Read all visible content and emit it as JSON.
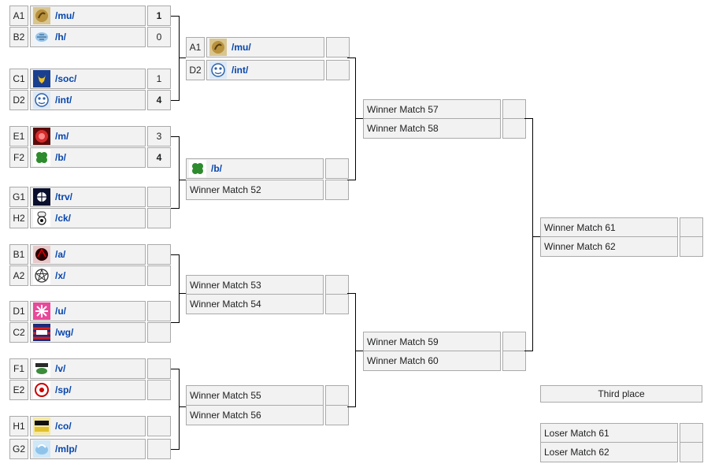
{
  "round1": [
    {
      "seed": "A1",
      "team": "/mu/",
      "icon": "mu-board-icon",
      "score": "1",
      "win": true
    },
    {
      "seed": "B2",
      "team": "/h/",
      "icon": "h-board-icon",
      "score": "0",
      "win": false
    },
    {
      "seed": "C1",
      "team": "/soc/",
      "icon": "soc-board-icon",
      "score": "1",
      "win": false
    },
    {
      "seed": "D2",
      "team": "/int/",
      "icon": "int-board-icon",
      "score": "4",
      "win": true
    },
    {
      "seed": "E1",
      "team": "/m/",
      "icon": "m-board-icon",
      "score": "3",
      "win": false
    },
    {
      "seed": "F2",
      "team": "/b/",
      "icon": "b-board-icon",
      "score": "4",
      "win": true
    },
    {
      "seed": "G1",
      "team": "/trv/",
      "icon": "trv-board-icon",
      "score": "",
      "win": false
    },
    {
      "seed": "H2",
      "team": "/ck/",
      "icon": "ck-board-icon",
      "score": "",
      "win": false
    },
    {
      "seed": "B1",
      "team": "/a/",
      "icon": "a-board-icon",
      "score": "",
      "win": false
    },
    {
      "seed": "A2",
      "team": "/x/",
      "icon": "x-board-icon",
      "score": "",
      "win": false
    },
    {
      "seed": "D1",
      "team": "/u/",
      "icon": "u-board-icon",
      "score": "",
      "win": false
    },
    {
      "seed": "C2",
      "team": "/wg/",
      "icon": "wg-board-icon",
      "score": "",
      "win": false
    },
    {
      "seed": "F1",
      "team": "/v/",
      "icon": "v-board-icon",
      "score": "",
      "win": false
    },
    {
      "seed": "E2",
      "team": "/sp/",
      "icon": "sp-board-icon",
      "score": "",
      "win": false
    },
    {
      "seed": "H1",
      "team": "/co/",
      "icon": "co-board-icon",
      "score": "",
      "win": false
    },
    {
      "seed": "G2",
      "team": "/mlp/",
      "icon": "mlp-board-icon",
      "score": "",
      "win": false
    }
  ],
  "round2": [
    {
      "seed": "A1",
      "team": "/mu/",
      "icon": "mu-board-icon",
      "score": ""
    },
    {
      "seed": "D2",
      "team": "/int/",
      "icon": "int-board-icon",
      "score": ""
    },
    {
      "seed": "",
      "team": "/b/",
      "icon": "b-board-icon",
      "score": ""
    },
    {
      "seed": "",
      "team": "Winner Match 52",
      "icon": "",
      "score": ""
    },
    {
      "seed": "",
      "team": "Winner Match 53",
      "icon": "",
      "score": ""
    },
    {
      "seed": "",
      "team": "Winner Match 54",
      "icon": "",
      "score": ""
    },
    {
      "seed": "",
      "team": "Winner Match 55",
      "icon": "",
      "score": ""
    },
    {
      "seed": "",
      "team": "Winner Match 56",
      "icon": "",
      "score": ""
    }
  ],
  "semis": [
    {
      "team": "Winner Match 57",
      "score": ""
    },
    {
      "team": "Winner Match 58",
      "score": ""
    },
    {
      "team": "Winner Match 59",
      "score": ""
    },
    {
      "team": "Winner Match 60",
      "score": ""
    }
  ],
  "final": [
    {
      "team": "Winner Match 61",
      "score": ""
    },
    {
      "team": "Winner Match 62",
      "score": ""
    }
  ],
  "third_place": {
    "title": "Third place",
    "rows": [
      {
        "team": "Loser Match 61",
        "score": ""
      },
      {
        "team": "Loser Match 62",
        "score": ""
      }
    ]
  },
  "colors": {
    "cell_bg": "#f2f2f2",
    "border": "#aaaaaa",
    "link": "#0645ad",
    "line": "#000000"
  }
}
